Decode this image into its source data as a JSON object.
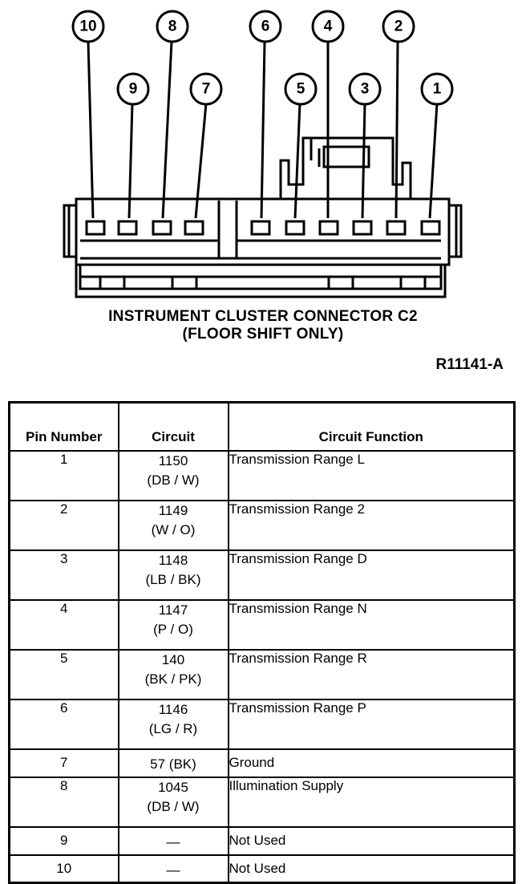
{
  "diagram": {
    "callouts": [
      "10",
      "9",
      "8",
      "7",
      "6",
      "5",
      "4",
      "3",
      "2",
      "1"
    ],
    "caption_line1": "INSTRUMENT CLUSTER CONNECTOR C2",
    "caption_line2": "(FLOOR SHIFT ONLY)",
    "figure_id": "R11141-A"
  },
  "table": {
    "headers": {
      "pin": "Pin Number",
      "circuit": "Circuit",
      "function": "Circuit Function"
    },
    "rows": [
      {
        "pin": "1",
        "circuit": "1150",
        "color": "(DB / W)",
        "function": "Transmission Range L"
      },
      {
        "pin": "2",
        "circuit": "1149",
        "color": "(W / O)",
        "function": "Transmission Range 2"
      },
      {
        "pin": "3",
        "circuit": "1148",
        "color": "(LB / BK)",
        "function": "Transmission Range D"
      },
      {
        "pin": "4",
        "circuit": "1147",
        "color": "(P / O)",
        "function": "Transmission Range N"
      },
      {
        "pin": "5",
        "circuit": "140",
        "color": "(BK / PK)",
        "function": "Transmission Range R"
      },
      {
        "pin": "6",
        "circuit": "1146",
        "color": "(LG / R)",
        "function": "Transmission Range P"
      },
      {
        "pin": "7",
        "circuit": "57 (BK)",
        "color": "",
        "function": "Ground"
      },
      {
        "pin": "8",
        "circuit": "1045",
        "color": "(DB / W)",
        "function": "Illumination Supply"
      },
      {
        "pin": "9",
        "circuit": "—",
        "color": "",
        "function": "Not Used"
      },
      {
        "pin": "10",
        "circuit": "—",
        "color": "",
        "function": "Not Used"
      }
    ]
  }
}
